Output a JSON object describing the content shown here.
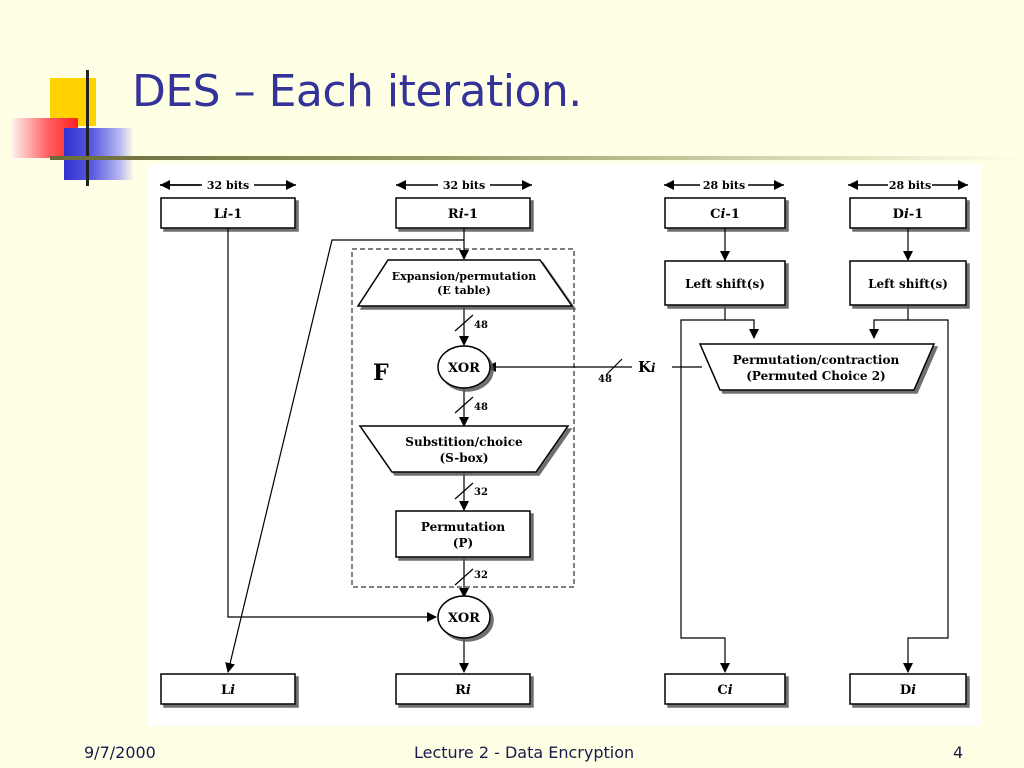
{
  "slide": {
    "title": "DES – Each iteration.",
    "footer_left": "9/7/2000",
    "footer_center": "Lecture 2 -  Data Encryption",
    "footer_right": "4"
  },
  "diagram": {
    "width_labels": {
      "l": "32 bits",
      "r": "32 bits",
      "c": "28 bits",
      "d": "28 bits"
    },
    "inputs": {
      "l": {
        "base": "L",
        "sub": "i",
        "suffix": "-1"
      },
      "r": {
        "base": "R",
        "sub": "i",
        "suffix": "-1"
      },
      "c": {
        "base": "C",
        "sub": "i",
        "suffix": "-1"
      },
      "d": {
        "base": "D",
        "sub": "i",
        "suffix": "-1"
      }
    },
    "outputs": {
      "l": {
        "base": "L",
        "sub": "i"
      },
      "r": {
        "base": "R",
        "sub": "i"
      },
      "c": {
        "base": "C",
        "sub": "i"
      },
      "d": {
        "base": "D",
        "sub": "i"
      }
    },
    "f_label": "F",
    "expansion": {
      "line1": "Expansion/permutation",
      "line2": "(E table)"
    },
    "xor_label": "XOR",
    "sbox": {
      "line1": "Substition/choice",
      "line2": "(S-box)"
    },
    "perm": {
      "line1": "Permutation",
      "line2": "(P)"
    },
    "left_shift": "Left shift(s)",
    "pc2": {
      "line1": "Permutation/contraction",
      "line2": "(Permuted Choice 2)"
    },
    "key": {
      "base": "K",
      "sub": "i"
    },
    "bit_labels": {
      "after_e": "48",
      "after_xor": "48",
      "key": "48",
      "after_sbox": "32",
      "after_p": "32"
    }
  }
}
